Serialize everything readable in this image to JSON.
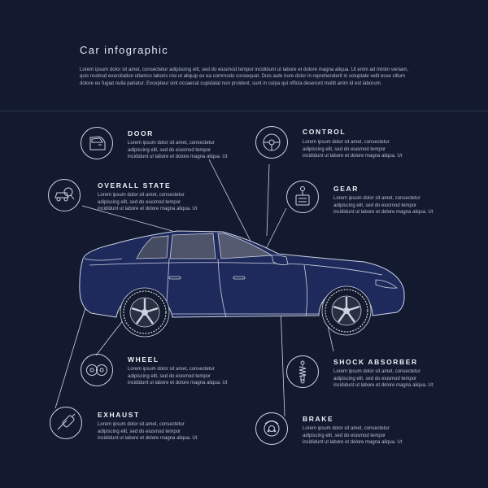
{
  "header": {
    "title": "Car infographic",
    "intro": "Lorem ipsum dolor sit amet, consectetur adipiscing elit, sed do eiusmod tempor incididunt ut labore et dolore magna aliqua. Ut enim ad minim veniam, quis nostrud exercitation ullamco laboris nisi ut aliquip ex ea commodo consequat. Duis aute irure dolor in reprehenderit in voluptate velit esse cillum dolore eu fugiat nulla pariatur. Excepteur sint occaecat cupidatat non proident, sunt in culpa qui officia deserunt mollit anim id est laborum."
  },
  "features": {
    "door": {
      "title": "DOOR",
      "icon": "car-door-icon",
      "desc": "Lorem ipsum dolor sit amet, consectetur adipiscing elit, sed do eiusmod tempor incididunt ut labore et dolore magna aliqua. Ut"
    },
    "control": {
      "title": "CONTROL",
      "icon": "steering-wheel-icon",
      "desc": "Lorem ipsum dolor sit amet, consectetur adipiscing elit, sed do eiusmod tempor incididunt ut labore et dolore magna aliqua. Ut"
    },
    "overall": {
      "title": "OVERALL STATE",
      "icon": "car-inspection-icon",
      "desc": "Lorem ipsum dolor sit amet, consectetur adipiscing elit, sed do eiusmod tempor incididunt ut labore et dolore magna aliqua. Ut"
    },
    "gear": {
      "title": "GEAR",
      "icon": "gear-shift-icon",
      "desc": "Lorem ipsum dolor sit amet, consectetur adipiscing elit, sed do eiusmod tempor incididunt ut labore et dolore magna aliqua. Ut"
    },
    "wheel": {
      "title": "WHEEL",
      "icon": "wheels-icon",
      "desc": "Lorem ipsum dolor sit amet, consectetur adipiscing elit, sed do eiusmod tempor incididunt ut labore et dolore magna aliqua. Ut"
    },
    "shock": {
      "title": "SHOCK ABSORBER",
      "icon": "shock-absorber-icon",
      "desc": "Lorem ipsum dolor sit amet, consectetur adipiscing elit, sed do eiusmod tempor incididunt ut labore et dolore magna aliqua. Ut"
    },
    "exhaust": {
      "title": "EXHAUST",
      "icon": "exhaust-pipe-icon",
      "desc": "Lorem ipsum dolor sit amet, consectetur adipiscing elit, sed do eiusmod tempor incididunt ut labore et dolore magna aliqua. Ut"
    },
    "brake": {
      "title": "BRAKE",
      "icon": "brake-disc-icon",
      "desc": "Lorem ipsum dolor sit amet, consectetur adipiscing elit, sed do eiusmod tempor incididunt ut labore et dolore magna aliqua. Ut"
    }
  },
  "colors": {
    "background": "#131a2f",
    "car_body": "#1f2a5c",
    "outline": "#cdd3e2",
    "text": "#dfe3ee"
  }
}
